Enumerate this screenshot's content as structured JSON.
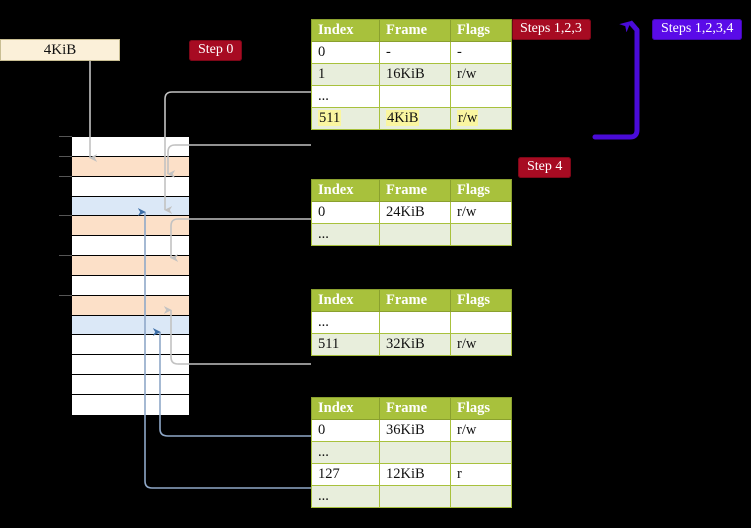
{
  "diagram": {
    "title_badges": {
      "step0": "Step 0",
      "step4": "Step 4",
      "steps123": "Steps 1,2,3",
      "steps1234": "Steps 1,2,3,4"
    },
    "frame_box_label": "4KiB",
    "colors": {
      "badge_red": "#A70B22",
      "badge_blue": "#5A0BE8",
      "table_header": "#A8C13C",
      "table_alt_row": "#E8EEDC",
      "highlight": "#FAF6A0",
      "frame_box": "#FBF0D9",
      "grid_orange": "#FCE0C8",
      "grid_blue": "#DBE8F7",
      "connector_gray": "#BFBFBF",
      "connector_blue": "#8FA8C8"
    }
  },
  "tables": [
    {
      "name": "pml4-table",
      "columns": [
        "Index",
        "Frame",
        "Flags"
      ],
      "rows": [
        {
          "index": "0",
          "frame": "-",
          "flags": "-",
          "style": "plain",
          "highlight": false
        },
        {
          "index": "1",
          "frame": "16KiB",
          "flags": "r/w",
          "style": "alt",
          "highlight": false
        },
        {
          "index": "...",
          "frame": "",
          "flags": "",
          "style": "plain",
          "highlight": false
        },
        {
          "index": "511",
          "frame": "4KiB",
          "flags": "r/w",
          "style": "alt",
          "highlight": true
        }
      ]
    },
    {
      "name": "pdpt-table",
      "columns": [
        "Index",
        "Frame",
        "Flags"
      ],
      "rows": [
        {
          "index": "0",
          "frame": "24KiB",
          "flags": "r/w",
          "style": "plain",
          "highlight": false
        },
        {
          "index": "...",
          "frame": "",
          "flags": "",
          "style": "alt",
          "highlight": false
        }
      ]
    },
    {
      "name": "pd-table",
      "columns": [
        "Index",
        "Frame",
        "Flags"
      ],
      "rows": [
        {
          "index": "...",
          "frame": "",
          "flags": "",
          "style": "plain",
          "highlight": false
        },
        {
          "index": "511",
          "frame": "32KiB",
          "flags": "r/w",
          "style": "alt",
          "highlight": false
        }
      ]
    },
    {
      "name": "pt-table",
      "columns": [
        "Index",
        "Frame",
        "Flags"
      ],
      "rows": [
        {
          "index": "0",
          "frame": "36KiB",
          "flags": "r/w",
          "style": "plain",
          "highlight": false
        },
        {
          "index": "...",
          "frame": "",
          "flags": "",
          "style": "alt",
          "highlight": false
        },
        {
          "index": "127",
          "frame": "12KiB",
          "flags": "r",
          "style": "plain",
          "highlight": false
        },
        {
          "index": "...",
          "frame": "",
          "flags": "",
          "style": "alt",
          "highlight": false
        }
      ]
    }
  ],
  "memory_grid": {
    "name": "physical-memory-grid",
    "rows": [
      {
        "fill": "c-white",
        "tick": true
      },
      {
        "fill": "c-orange",
        "tick": true
      },
      {
        "fill": "c-white",
        "tick": true
      },
      {
        "fill": "c-blue",
        "tick": false
      },
      {
        "fill": "c-orange",
        "tick": true
      },
      {
        "fill": "c-white",
        "tick": false
      },
      {
        "fill": "c-orange",
        "tick": true
      },
      {
        "fill": "c-white",
        "tick": false
      },
      {
        "fill": "c-orange",
        "tick": true
      },
      {
        "fill": "c-blue",
        "tick": false
      },
      {
        "fill": "c-white",
        "tick": false
      },
      {
        "fill": "c-white",
        "tick": false
      },
      {
        "fill": "c-white",
        "tick": false
      },
      {
        "fill": "c-white",
        "tick": false
      }
    ]
  }
}
